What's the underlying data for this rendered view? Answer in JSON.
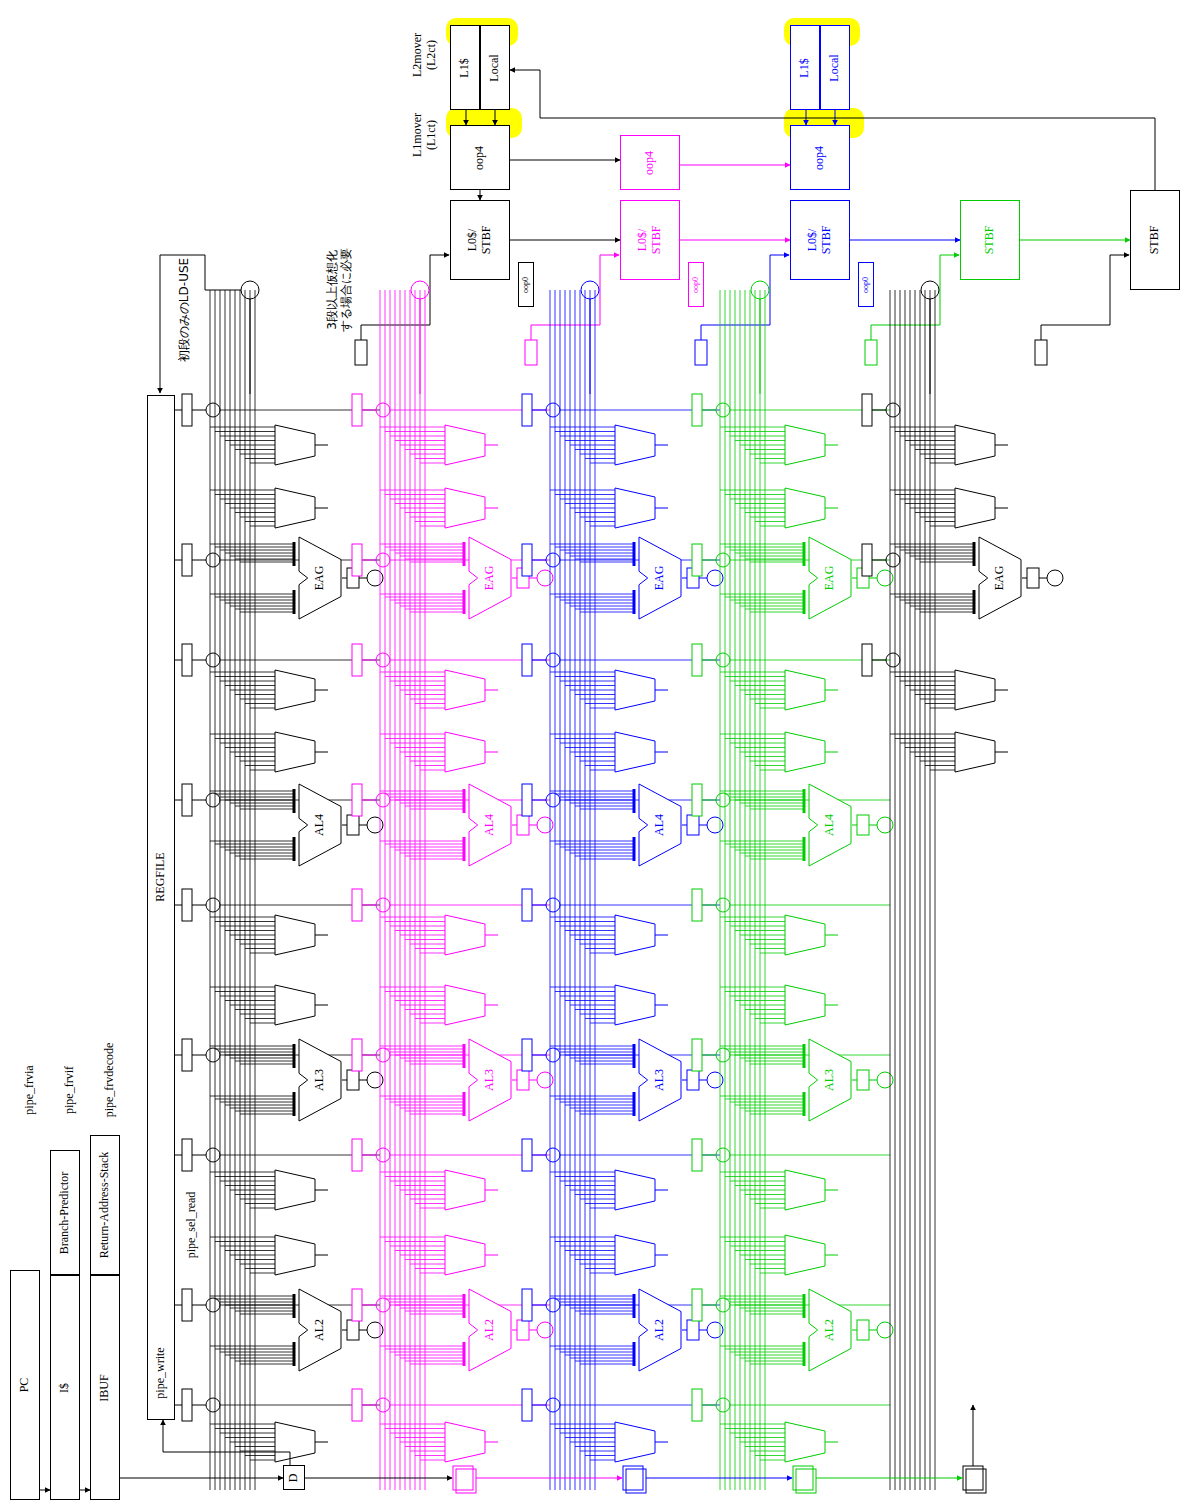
{
  "diagram": {
    "nodes": [
      {
        "text": [
          "PC"
        ]
      },
      {
        "text": [
          "Branch-Predictor"
        ]
      },
      {
        "text": [
          "I$"
        ]
      },
      {
        "text": [
          "Return-Address-Stack"
        ]
      },
      {
        "text": [
          "IBUF"
        ]
      },
      {
        "text": [
          "REGFILE",
          "pipe_write"
        ]
      },
      {
        "text": [
          "D"
        ]
      },
      {
        "text": [
          "AL2"
        ]
      },
      {
        "text": [
          "AL3"
        ]
      },
      {
        "text": [
          "AL4"
        ]
      },
      {
        "text": [
          "EAG"
        ]
      },
      {
        "text": [
          "AL2"
        ]
      },
      {
        "text": [
          "AL3"
        ]
      },
      {
        "text": [
          "AL4"
        ]
      },
      {
        "text": [
          "EAG"
        ]
      },
      {
        "text": [
          "AL2"
        ]
      },
      {
        "text": [
          "AL3"
        ]
      },
      {
        "text": [
          "AL4"
        ]
      },
      {
        "text": [
          "EAG"
        ]
      },
      {
        "text": [
          "AL2"
        ]
      },
      {
        "text": [
          "AL3"
        ]
      },
      {
        "text": [
          "AL4"
        ]
      },
      {
        "text": [
          "EAG"
        ]
      },
      {
        "text": [
          "EAG"
        ]
      },
      {
        "text": [
          "L1$"
        ]
      },
      {
        "text": [
          "Local"
        ]
      },
      {
        "text": [
          "oop4"
        ]
      },
      {
        "text": [
          "L0$/ STBF"
        ]
      },
      {
        "text": [
          "oop0"
        ]
      },
      {
        "text": [
          "oop4"
        ]
      },
      {
        "text": [
          "L0$/ STBF"
        ]
      },
      {
        "text": [
          "oop0"
        ]
      },
      {
        "text": [
          "L1$"
        ]
      },
      {
        "text": [
          "Local"
        ]
      },
      {
        "text": [
          "oop4"
        ]
      },
      {
        "text": [
          "L0$/ STBF"
        ]
      },
      {
        "text": [
          "oop0"
        ]
      },
      {
        "text": [
          "STBF"
        ]
      },
      {
        "text": [
          "STBF"
        ]
      }
    ],
    "edges": [
      {
        "from": 0,
        "to": 2,
        "arrow": "to"
      },
      {
        "from": 2,
        "to": 4,
        "arrow": "to"
      },
      {
        "from": 4,
        "to": 6,
        "arrow": "to"
      },
      {
        "from": 6,
        "to": 5,
        "arrow": "to"
      },
      {
        "from": 24,
        "to": 26,
        "arrow": "to"
      },
      {
        "from": 25,
        "to": 26,
        "arrow": "to"
      },
      {
        "from": 26,
        "to": 27,
        "arrow": "to"
      },
      {
        "from": 26,
        "to": 29,
        "arrow": "to"
      },
      {
        "from": 29,
        "to": 34,
        "arrow": "to"
      },
      {
        "from": 32,
        "to": 34,
        "arrow": "to"
      },
      {
        "from": 33,
        "to": 34,
        "arrow": "to"
      },
      {
        "from": 27,
        "to": 30,
        "arrow": "to"
      },
      {
        "from": 30,
        "to": 35,
        "arrow": "to"
      },
      {
        "from": 35,
        "to": 37,
        "arrow": "to"
      },
      {
        "from": 37,
        "to": 38,
        "arrow": "to"
      },
      {
        "from": 38,
        "to": 25,
        "arrow": "to"
      }
    ],
    "labels": [
      "pipe_frvia",
      "pipe_frvif",
      "pipe_frvdecode",
      "pipe_sel_read",
      "L2mover (L2ct)",
      "L1mover (L1ct)",
      "3段以上仮想化する場合に必要",
      "初段のみのLD-USE"
    ]
  }
}
